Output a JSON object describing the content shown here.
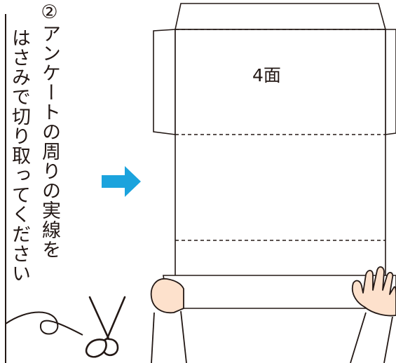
{
  "instruction": {
    "line1": "②アンケートの周りの実線を",
    "line2": "はさみで切り取ってください"
  },
  "form": {
    "panel_label": "4面"
  },
  "colors": {
    "line": "#231815",
    "arrow": "#1ba3dd",
    "skin": "#fde1cc",
    "paper": "#ffffff"
  },
  "icons": {
    "arrow": "right-arrow-icon",
    "scissors": "scissors-icon"
  }
}
